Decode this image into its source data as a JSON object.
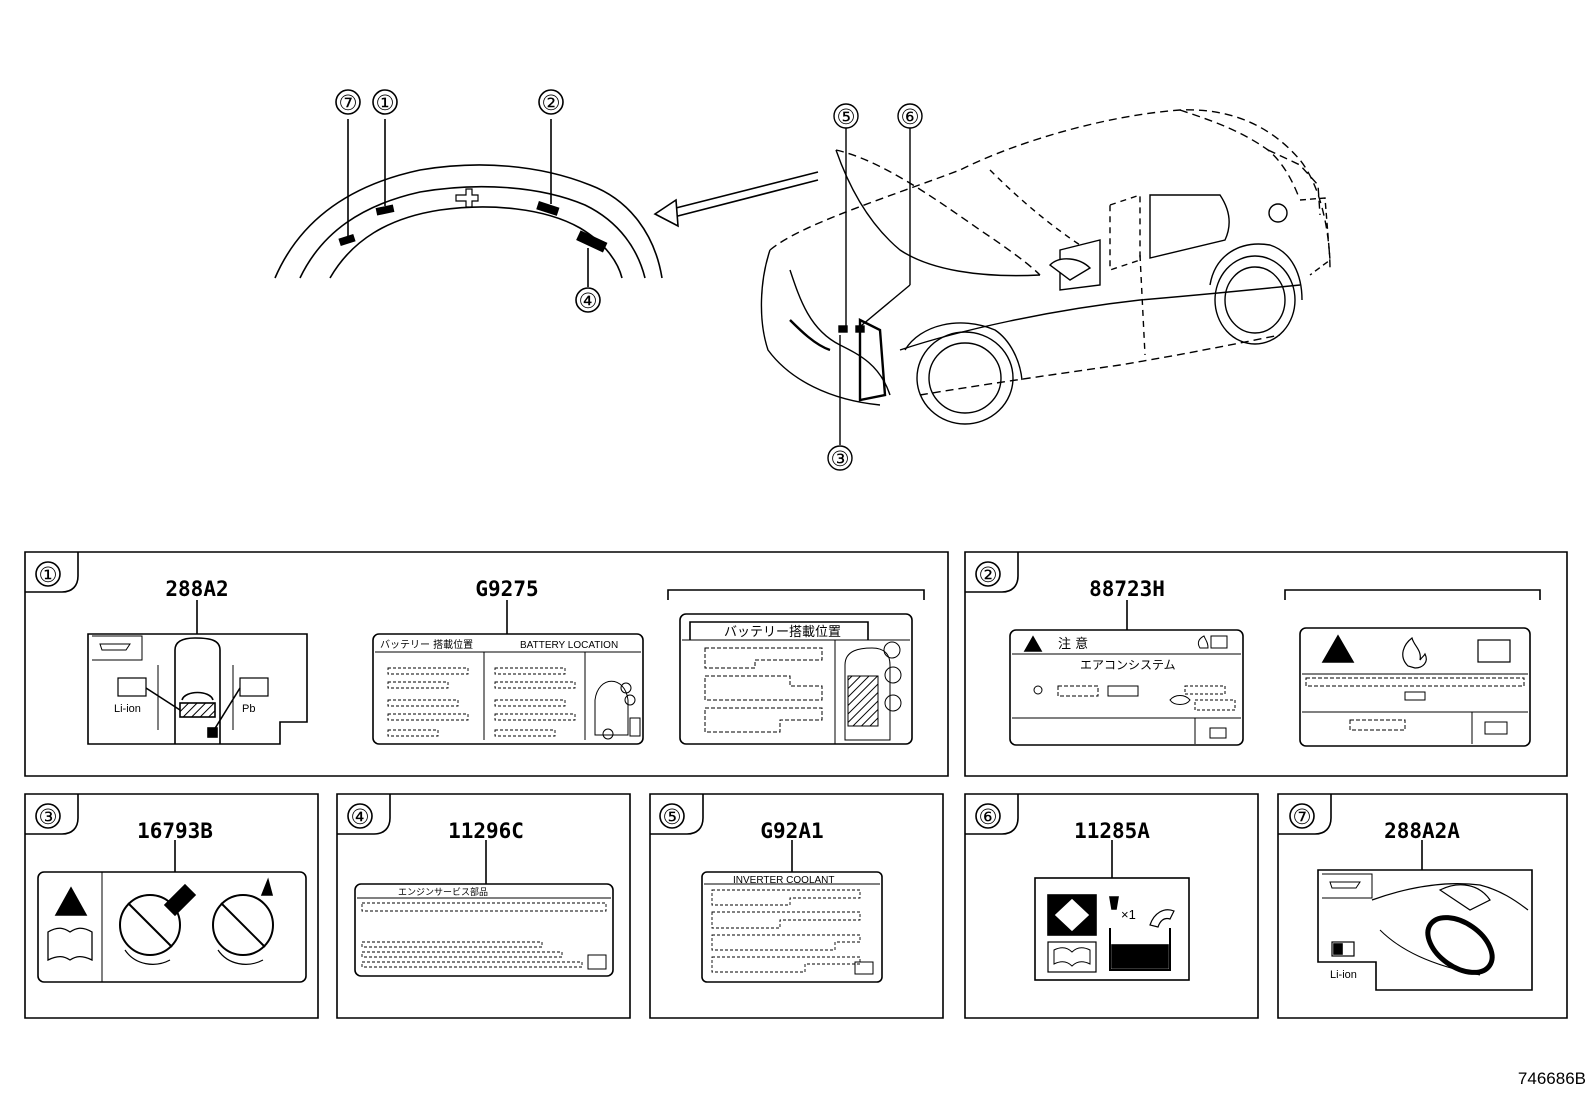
{
  "callouts": [
    "①",
    "②",
    "③",
    "④",
    "⑤",
    "⑥",
    "⑦"
  ],
  "parts": {
    "p1a": "288A2",
    "p1b": "G9275",
    "p2": "88723H",
    "p3": "16793B",
    "p4": "11296C",
    "p5": "G92A1",
    "p6": "11285A",
    "p7": "288A2A"
  },
  "label_text": {
    "li_ion": "Li-ion",
    "pb": "Pb",
    "battery_location_jp": "バッテリー 搭載位置",
    "battery_location_en": "BATTERY LOCATION",
    "battery_location_jp2": "バッテリー搭載位置",
    "caution_jp": "注 意",
    "aircon_jp": "エアコンシステム",
    "engine_service_jp": "エンジンサービス部品",
    "inverter_coolant": "INVERTER COOLANT",
    "x1": "×1",
    "li_ion_7": "Li-ion"
  },
  "doc_number": "746686B"
}
